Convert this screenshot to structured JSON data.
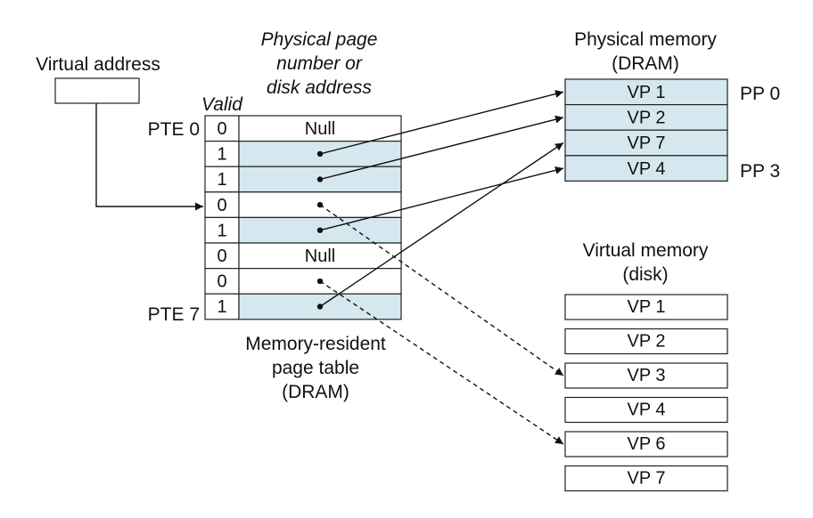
{
  "colors": {
    "resident_fill": "#d5e8ef",
    "empty_fill": "#ffffff",
    "stroke": "#222222"
  },
  "virtual_address": {
    "label": "Virtual address"
  },
  "page_table": {
    "column_header": [
      "Physical page",
      "number or",
      "disk address"
    ],
    "valid_header": "Valid",
    "first_label": "PTE 0",
    "last_label": "PTE 7",
    "caption": [
      "Memory-resident",
      "page table",
      "(DRAM)"
    ],
    "rows": [
      {
        "valid": "0",
        "content": "Null",
        "resident": false
      },
      {
        "valid": "1",
        "content": "",
        "resident": true
      },
      {
        "valid": "1",
        "content": "",
        "resident": true
      },
      {
        "valid": "0",
        "content": "",
        "resident": false
      },
      {
        "valid": "1",
        "content": "",
        "resident": true
      },
      {
        "valid": "0",
        "content": "Null",
        "resident": false
      },
      {
        "valid": "0",
        "content": "",
        "resident": false
      },
      {
        "valid": "1",
        "content": "",
        "resident": true
      }
    ]
  },
  "physical_memory": {
    "title": [
      "Physical memory",
      "(DRAM)"
    ],
    "pages": [
      "VP 1",
      "VP 2",
      "VP 7",
      "VP 4"
    ],
    "first_label": "PP 0",
    "last_label": "PP 3"
  },
  "virtual_memory": {
    "title": [
      "Virtual memory",
      "(disk)"
    ],
    "pages": [
      "VP 1",
      "VP 2",
      "VP 3",
      "VP 4",
      "VP 6",
      "VP 7"
    ]
  },
  "mappings": [
    {
      "pte": 1,
      "target": "physical",
      "index": 0
    },
    {
      "pte": 2,
      "target": "physical",
      "index": 1
    },
    {
      "pte": 3,
      "target": "disk",
      "index": 2
    },
    {
      "pte": 4,
      "target": "physical",
      "index": 3
    },
    {
      "pte": 6,
      "target": "disk",
      "index": 4
    },
    {
      "pte": 7,
      "target": "physical",
      "index": 2
    }
  ]
}
